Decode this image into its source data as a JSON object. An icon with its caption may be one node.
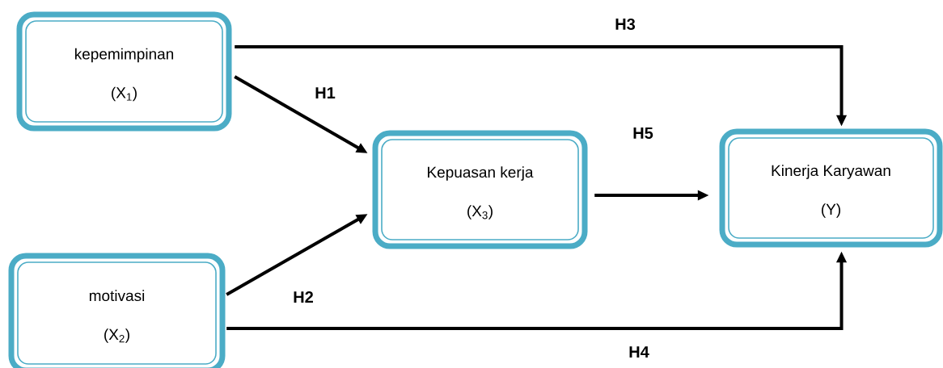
{
  "diagram": {
    "nodes": [
      {
        "text": [
          "kepemimpinan",
          "(X$_{1}$)"
        ]
      },
      {
        "text": [
          "motivasi",
          "(X$_{2}$)"
        ]
      },
      {
        "text": [
          "Kepuasan kerja",
          "(X$_{3}$)"
        ]
      },
      {
        "text": [
          "Kinerja Karyawan",
          "(Y)"
        ]
      }
    ],
    "edges": [
      {
        "from": 0,
        "to": 2,
        "arrow": "to",
        "label": "H1"
      },
      {
        "from": 1,
        "to": 2,
        "arrow": "to",
        "label": "H2"
      },
      {
        "from": 0,
        "to": 3,
        "arrow": "to",
        "label": "H3"
      },
      {
        "from": 1,
        "to": 3,
        "arrow": "to",
        "label": "H4"
      },
      {
        "from": 2,
        "to": 3,
        "arrow": "to",
        "label": "H5"
      }
    ]
  }
}
